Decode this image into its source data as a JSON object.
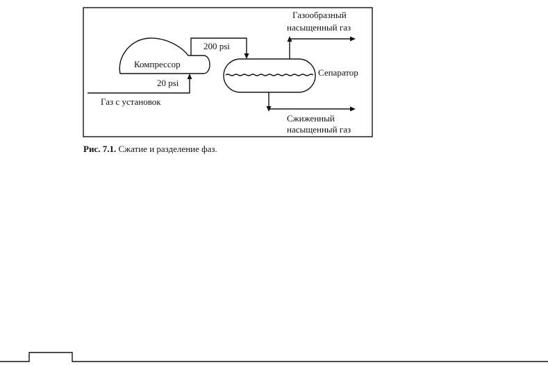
{
  "diagram": {
    "compressor_label": "Компрессор",
    "separator_label": "Сепаратор",
    "pressure_out": "200 psi",
    "pressure_in": "20 psi",
    "inlet_label": "Газ с установок",
    "gas_out_line1": "Газообразный",
    "gas_out_line2": "насыщенный газ",
    "liquid_out_line1": "Сжиженный",
    "liquid_out_line2": "насыщенный газ"
  },
  "caption": {
    "figure_number": "Рис. 7.1.",
    "text": "Сжатие и разделение фаз."
  }
}
